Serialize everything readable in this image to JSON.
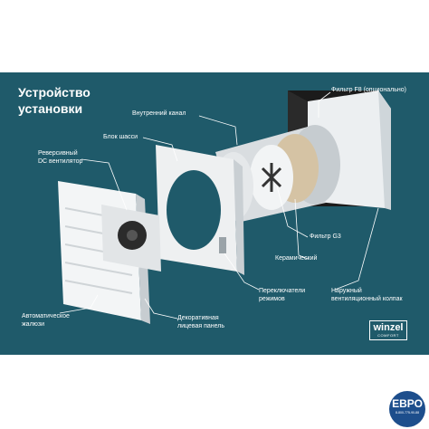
{
  "title": {
    "line1": "Устройство",
    "line2": "установки"
  },
  "labels": {
    "filter_f8": "Фильтр F8 (опционально)",
    "inner_channel": "Внутренний канал",
    "chassis": "Блок шасси",
    "reversible_fan_line1": "Реверсивный",
    "reversible_fan_line2": "DC вентилятор",
    "filter_g3": "Фильтр G3",
    "ceramic": "Керамический",
    "mode_switches_line1": "Переключатели",
    "mode_switches_line2": "режимов",
    "outer_hood_line1": "Наружный",
    "outer_hood_line2": "вентиляционный колпак",
    "auto_shutters_line1": "Автоматическое",
    "auto_shutters_line2": "жалюзи",
    "decor_panel_line1": "Декоративная",
    "decor_panel_line2": "лицевая панель"
  },
  "logo": {
    "name": "winzel",
    "sub": "COMFORT"
  },
  "badge": {
    "mark": "ЕВРО",
    "tag": "8-800-775-90-88"
  },
  "colors": {
    "panel": "#1f5a6a",
    "text": "#ffffff",
    "badge": "#1d4e8c"
  }
}
